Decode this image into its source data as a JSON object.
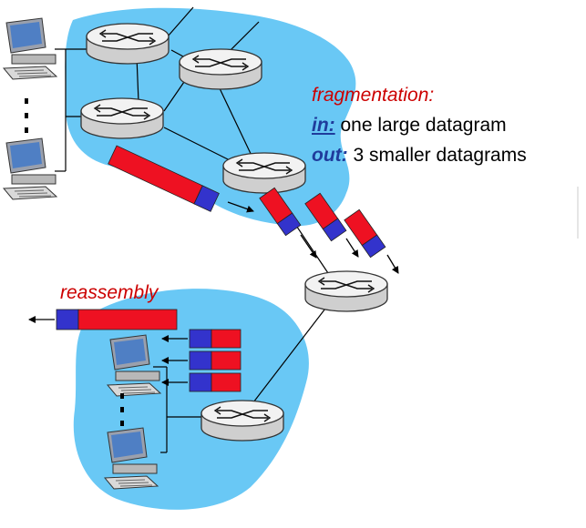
{
  "fragmentation": {
    "title": "fragmentation:",
    "in_label": "in:",
    "in_text": " one large datagram",
    "out_label": "out:",
    "out_text": " 3 smaller datagrams"
  },
  "reassembly": {
    "title": "reassembly"
  },
  "colors": {
    "cloud": "#69c8f5",
    "header": "#3333cc",
    "payload": "#ee1122",
    "router_top": "#f2f2f2",
    "router_side": "#cfcfcf",
    "accent_red": "#cc0000",
    "keyword_blue": "#1f3c9c"
  },
  "icons": [
    "router-icon",
    "computer-icon",
    "datagram-block",
    "arrow-icon",
    "ellipsis-dots"
  ]
}
